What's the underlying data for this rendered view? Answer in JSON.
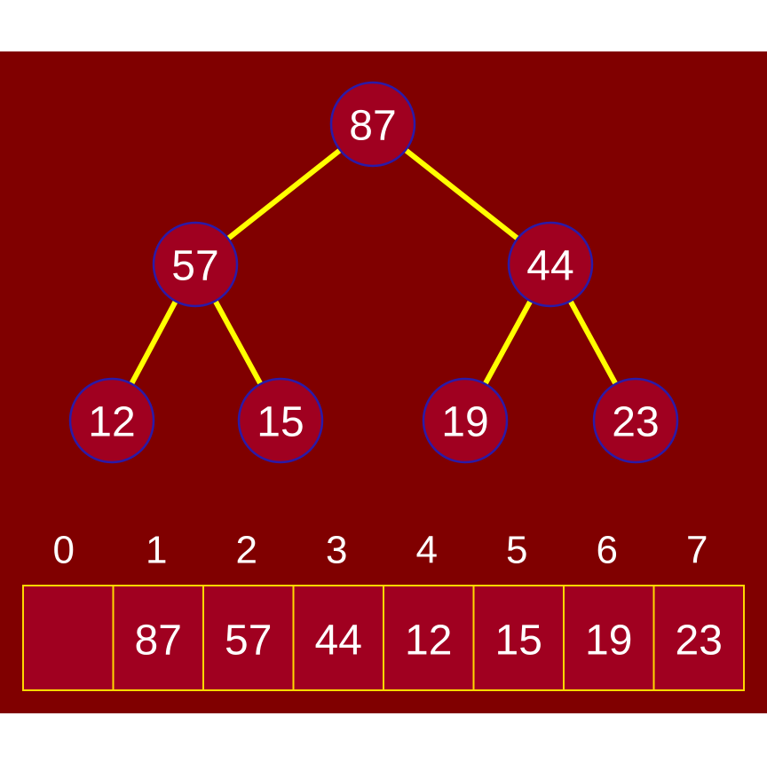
{
  "colors": {
    "page": "#ffffff",
    "panel": "#800000",
    "node_fill": "#a00020",
    "node_stroke": "#2a1aa8",
    "edge": "#ffff00",
    "cell_fill": "#a00020",
    "cell_stroke": "#ffd800",
    "text": "#ffffff"
  },
  "tree": {
    "nodes": [
      {
        "id": "n1",
        "value": "87",
        "level": 0,
        "slot": 0
      },
      {
        "id": "n2",
        "value": "57",
        "level": 1,
        "slot": 0
      },
      {
        "id": "n3",
        "value": "44",
        "level": 1,
        "slot": 1
      },
      {
        "id": "n4",
        "value": "12",
        "level": 2,
        "slot": 0
      },
      {
        "id": "n5",
        "value": "15",
        "level": 2,
        "slot": 1
      },
      {
        "id": "n6",
        "value": "19",
        "level": 2,
        "slot": 2
      },
      {
        "id": "n7",
        "value": "23",
        "level": 2,
        "slot": 3
      }
    ],
    "edges": [
      {
        "from": "n1",
        "to": "n2"
      },
      {
        "from": "n1",
        "to": "n3"
      },
      {
        "from": "n2",
        "to": "n4"
      },
      {
        "from": "n2",
        "to": "n5"
      },
      {
        "from": "n3",
        "to": "n6"
      },
      {
        "from": "n3",
        "to": "n7"
      }
    ]
  },
  "array": {
    "indices": [
      "0",
      "1",
      "2",
      "3",
      "4",
      "5",
      "6",
      "7"
    ],
    "cells": [
      "",
      "87",
      "57",
      "44",
      "12",
      "15",
      "19",
      "23"
    ]
  }
}
